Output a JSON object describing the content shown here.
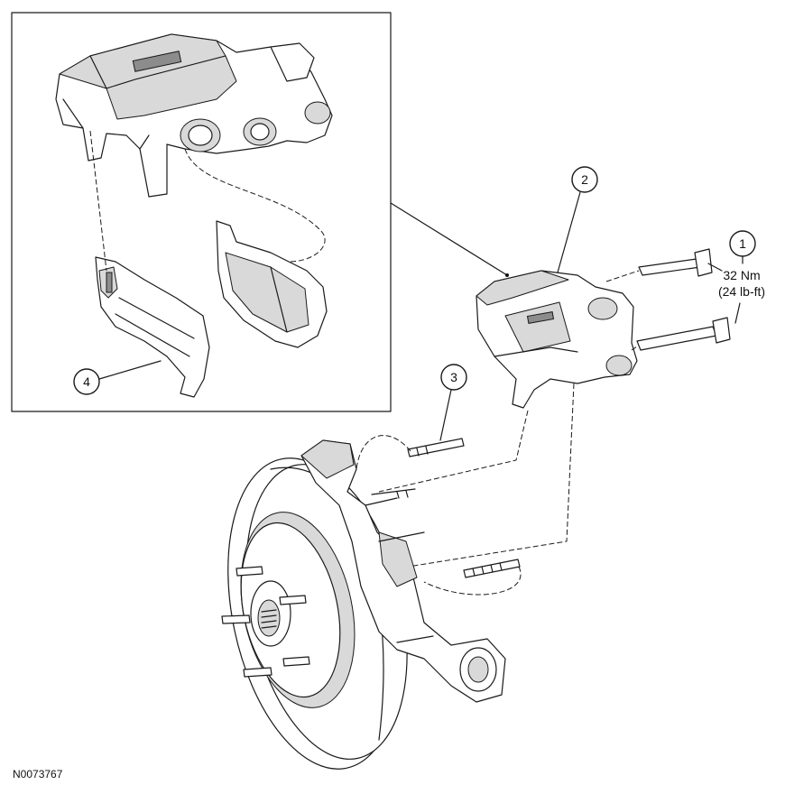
{
  "callouts": [
    "1",
    "2",
    "3",
    "4"
  ],
  "torque": {
    "nm": "32 Nm",
    "lbft": "(24 lb-ft)"
  },
  "figure_id": "N0073767"
}
